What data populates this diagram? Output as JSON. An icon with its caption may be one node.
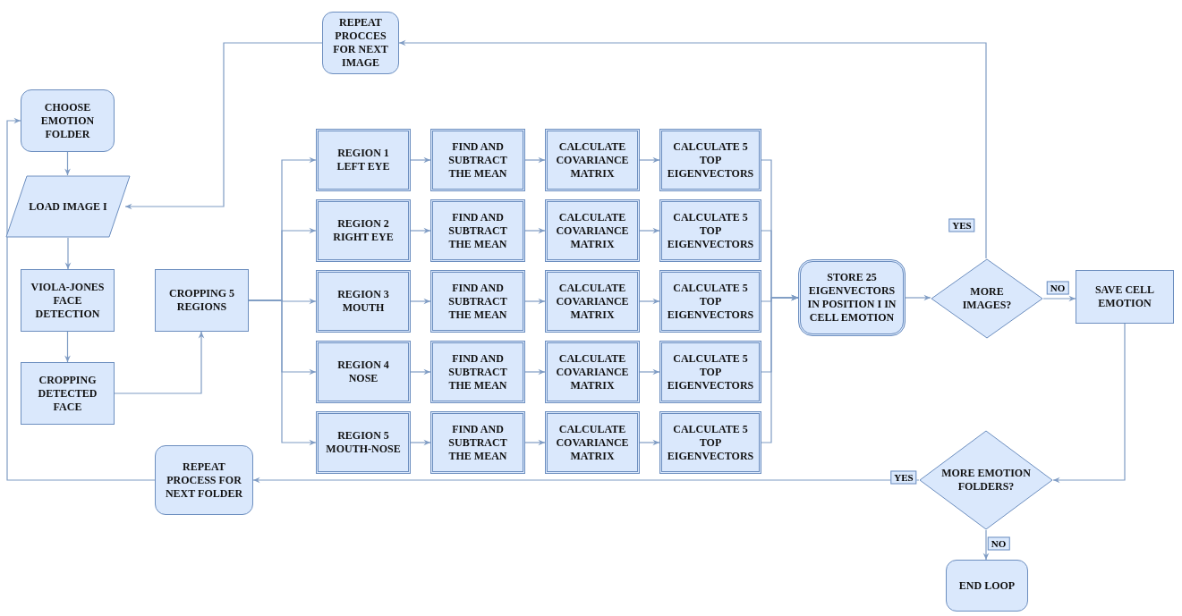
{
  "diagram": {
    "nodes": [
      {
        "text": [
          "REPEAT PROCCES FOR NEXT IMAGE"
        ]
      },
      {
        "text": [
          "CHOOSE EMOTION FOLDER"
        ]
      },
      {
        "text": [
          "LOAD IMAGE I"
        ]
      },
      {
        "text": [
          "VIOLA-JONES FACE DETECTION"
        ]
      },
      {
        "text": [
          "CROPPING DETECTED FACE"
        ]
      },
      {
        "text": [
          "CROPPING 5 REGIONS"
        ]
      },
      {
        "text": [
          "REGION 1 LEFT EYE"
        ]
      },
      {
        "text": [
          "FIND AND SUBTRACT THE MEAN"
        ]
      },
      {
        "text": [
          "CALCULATE COVARIANCE MATRIX"
        ]
      },
      {
        "text": [
          "CALCULATE 5 TOP EIGENVECTORS"
        ]
      },
      {
        "text": [
          "REGION 2 RIGHT EYE"
        ]
      },
      {
        "text": [
          "FIND AND SUBTRACT THE MEAN"
        ]
      },
      {
        "text": [
          "CALCULATE COVARIANCE MATRIX"
        ]
      },
      {
        "text": [
          "CALCULATE 5 TOP EIGENVECTORS"
        ]
      },
      {
        "text": [
          "REGION 3 MOUTH"
        ]
      },
      {
        "text": [
          "FIND AND SUBTRACT THE MEAN"
        ]
      },
      {
        "text": [
          "CALCULATE COVARIANCE MATRIX"
        ]
      },
      {
        "text": [
          "CALCULATE 5 TOP EIGENVECTORS"
        ]
      },
      {
        "text": [
          "REGION 4 NOSE"
        ]
      },
      {
        "text": [
          "FIND AND SUBTRACT THE MEAN"
        ]
      },
      {
        "text": [
          "CALCULATE COVARIANCE MATRIX"
        ]
      },
      {
        "text": [
          "CALCULATE 5 TOP EIGENVECTORS"
        ]
      },
      {
        "text": [
          "REGION 5 MOUTH-NOSE"
        ]
      },
      {
        "text": [
          "FIND AND SUBTRACT THE MEAN"
        ]
      },
      {
        "text": [
          "CALCULATE COVARIANCE MATRIX"
        ]
      },
      {
        "text": [
          "CALCULATE 5 TOP EIGENVECTORS"
        ]
      },
      {
        "text": [
          "STORE 25 EIGENVECTORS IN POSITION I IN CELL EMOTION"
        ]
      },
      {
        "text": [
          "MORE IMAGES?"
        ]
      },
      {
        "text": [
          "SAVE CELL EMOTION"
        ]
      },
      {
        "text": [
          "MORE EMOTION FOLDERS?"
        ]
      },
      {
        "text": [
          "REPEAT PROCESS FOR NEXT FOLDER"
        ]
      },
      {
        "text": [
          "END LOOP"
        ]
      }
    ],
    "edges": [
      {
        "from": 1,
        "to": 2,
        "arrow": "to"
      },
      {
        "from": 2,
        "to": 3,
        "arrow": "to"
      },
      {
        "from": 3,
        "to": 4,
        "arrow": "to"
      },
      {
        "from": 4,
        "to": 5,
        "arrow": "to"
      },
      {
        "from": 5,
        "to": 6,
        "arrow": "to"
      },
      {
        "from": 5,
        "to": 10,
        "arrow": "to"
      },
      {
        "from": 5,
        "to": 14,
        "arrow": "to"
      },
      {
        "from": 5,
        "to": 18,
        "arrow": "to"
      },
      {
        "from": 5,
        "to": 22,
        "arrow": "to"
      },
      {
        "from": 6,
        "to": 7,
        "arrow": "to"
      },
      {
        "from": 7,
        "to": 8,
        "arrow": "to"
      },
      {
        "from": 8,
        "to": 9,
        "arrow": "to"
      },
      {
        "from": 10,
        "to": 11,
        "arrow": "to"
      },
      {
        "from": 11,
        "to": 12,
        "arrow": "to"
      },
      {
        "from": 12,
        "to": 13,
        "arrow": "to"
      },
      {
        "from": 14,
        "to": 15,
        "arrow": "to"
      },
      {
        "from": 15,
        "to": 16,
        "arrow": "to"
      },
      {
        "from": 16,
        "to": 17,
        "arrow": "to"
      },
      {
        "from": 18,
        "to": 19,
        "arrow": "to"
      },
      {
        "from": 19,
        "to": 20,
        "arrow": "to"
      },
      {
        "from": 20,
        "to": 21,
        "arrow": "to"
      },
      {
        "from": 22,
        "to": 23,
        "arrow": "to"
      },
      {
        "from": 23,
        "to": 24,
        "arrow": "to"
      },
      {
        "from": 24,
        "to": 25,
        "arrow": "to"
      },
      {
        "from": 9,
        "to": 26,
        "arrow": "to"
      },
      {
        "from": 13,
        "to": 26,
        "arrow": "to"
      },
      {
        "from": 17,
        "to": 26,
        "arrow": "to"
      },
      {
        "from": 21,
        "to": 26,
        "arrow": "to"
      },
      {
        "from": 25,
        "to": 26,
        "arrow": "to"
      },
      {
        "from": 26,
        "to": 27,
        "arrow": "to"
      },
      {
        "from": 27,
        "to": 0,
        "label": "YES",
        "arrow": "to"
      },
      {
        "from": 0,
        "to": 2,
        "arrow": "to"
      },
      {
        "from": 27,
        "to": 28,
        "label": "NO",
        "arrow": "to"
      },
      {
        "from": 28,
        "to": 29,
        "arrow": "to"
      },
      {
        "from": 29,
        "to": 30,
        "label": "YES",
        "arrow": "to"
      },
      {
        "from": 30,
        "to": 1,
        "arrow": "to"
      },
      {
        "from": 29,
        "to": 31,
        "label": "NO",
        "arrow": "to"
      }
    ]
  }
}
